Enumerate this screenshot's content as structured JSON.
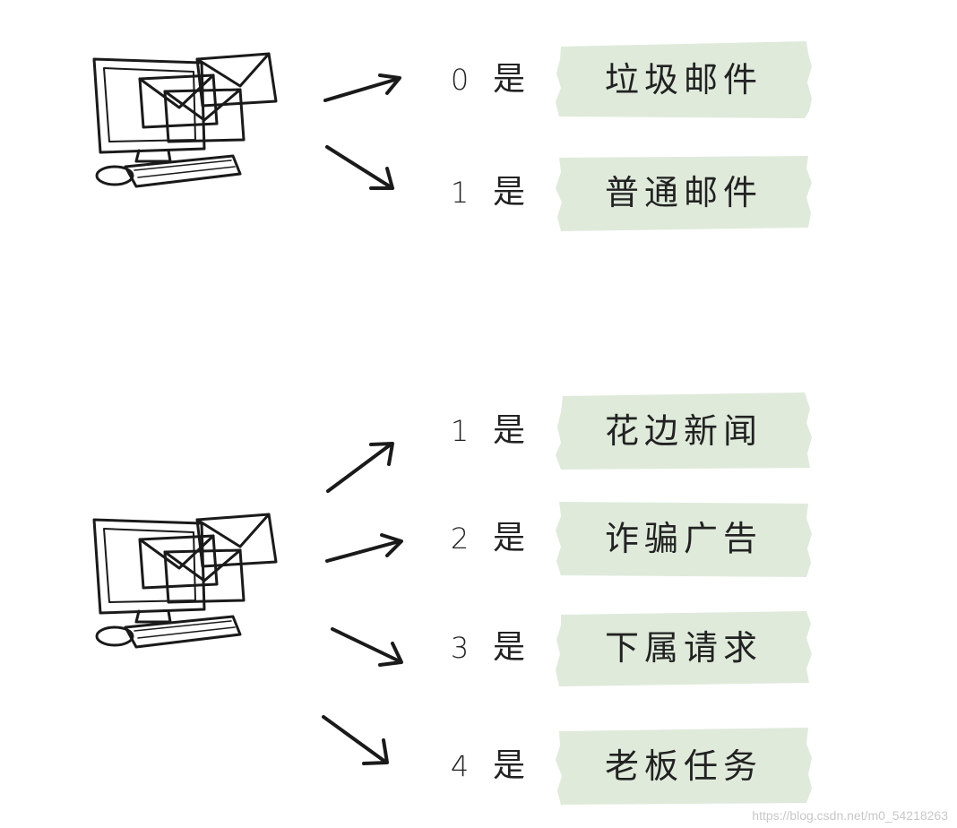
{
  "groups": [
    {
      "rows": [
        {
          "num": "0",
          "shi": "是",
          "tag": "垃圾邮件"
        },
        {
          "num": "1",
          "shi": "是",
          "tag": "普通邮件"
        }
      ]
    },
    {
      "rows": [
        {
          "num": "1",
          "shi": "是",
          "tag": "花边新闻"
        },
        {
          "num": "2",
          "shi": "是",
          "tag": "诈骗广告"
        },
        {
          "num": "3",
          "shi": "是",
          "tag": "下属请求"
        },
        {
          "num": "4",
          "shi": "是",
          "tag": "老板任务"
        }
      ]
    }
  ],
  "watermark": "https://blog.csdn.net/m0_54218263",
  "colors": {
    "tag_fill": "#dfeadb",
    "ink": "#1a1a1a"
  }
}
